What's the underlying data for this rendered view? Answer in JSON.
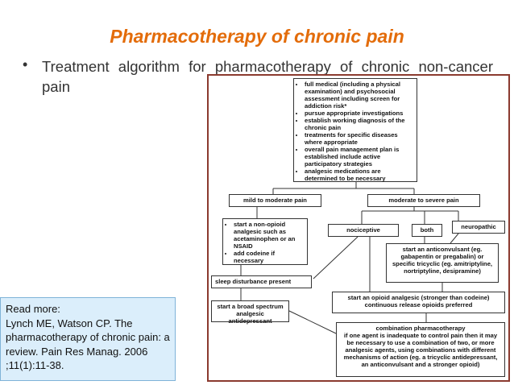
{
  "title": "Pharmacotherapy of chronic pain",
  "bullet": "Treatment algorithm for pharmacotherapy of chronic non-cancer pain",
  "flowchart": {
    "top_box": [
      "full medical (including a physical examination) and psychosocial assessment including screen for addiction risk*",
      "pursue appropriate investigations",
      "establish working diagnosis of the chronic pain",
      "treatments for specific diseases where appropriate",
      "overall pain management plan is established include active participatory strategies",
      "analgesic medications are determined to be necessary"
    ],
    "mild_moderate": "mild to moderate pain",
    "moderate_severe": "moderate to severe pain",
    "non_opioid": [
      "start a non-opioid analgesic such as acetaminophen or an NSAID",
      "add codeine if necessary"
    ],
    "nociceptive": "nociceptive",
    "both": "both",
    "neuropathic": "neuropathic",
    "anticonvulsant": "start an anticonvulsant (eg. gabapentin or pregabalin) or specific tricyclic (eg. amitriptyline, nortriptyline, desipramine)",
    "sleep": "sleep disturbance present",
    "opioid": "start an opioid analgesic (stronger than codeine) continuous release opioids preferred",
    "broad_spectrum": "start a broad spectrum analgesic antidepressant",
    "combination_title": "combination pharmacotherapy",
    "combination_body": "if one agent is inadequate to control pain then it may be necessary to use a combination of two, or more analgesic agents, using combinations with different mechanisms of action (eg. a tricyclic antidepressant, an anticonvulsant and a stronger opioid)"
  },
  "note": {
    "line1": "Read more:",
    "line2": "Lynch ME, Watson CP. The pharmacotherapy of chronic pain: a review. Pain Res Manag. 2006 ;11(1):11-38."
  },
  "colors": {
    "title": "#e36c0a",
    "flow_border": "#8b3a2f",
    "note_bg": "#dbeefb",
    "note_border": "#7fb3d8"
  }
}
